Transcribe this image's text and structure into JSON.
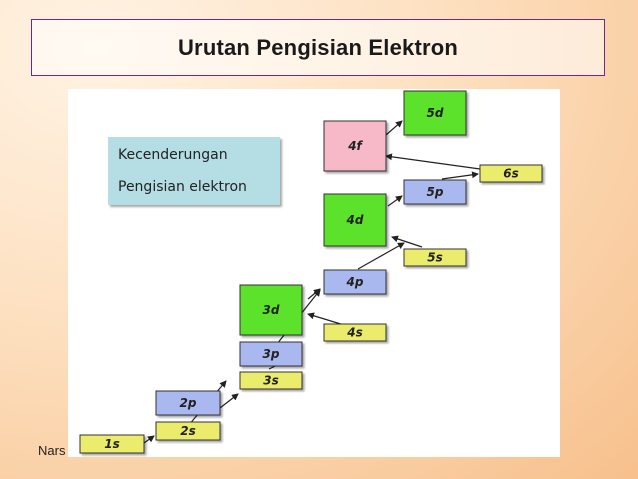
{
  "header": {
    "title": "Urutan Pengisian Elektron"
  },
  "footer": {
    "text": "Nars"
  },
  "legend": {
    "line1": "Kecenderungan",
    "line2": "Pengisian elektron"
  },
  "orbitals": [
    {
      "id": "1s",
      "label": "1s",
      "type": "s"
    },
    {
      "id": "2s",
      "label": "2s",
      "type": "s"
    },
    {
      "id": "2p",
      "label": "2p",
      "type": "p"
    },
    {
      "id": "3s",
      "label": "3s",
      "type": "s"
    },
    {
      "id": "3p",
      "label": "3p",
      "type": "p"
    },
    {
      "id": "4s",
      "label": "4s",
      "type": "s"
    },
    {
      "id": "3d",
      "label": "3d",
      "type": "d"
    },
    {
      "id": "4p",
      "label": "4p",
      "type": "p"
    },
    {
      "id": "5s",
      "label": "5s",
      "type": "s"
    },
    {
      "id": "4d",
      "label": "4d",
      "type": "d"
    },
    {
      "id": "5p",
      "label": "5p",
      "type": "p"
    },
    {
      "id": "6s",
      "label": "6s",
      "type": "s"
    },
    {
      "id": "4f",
      "label": "4f",
      "type": "f"
    },
    {
      "id": "5d",
      "label": "5d",
      "type": "d"
    }
  ],
  "colors": {
    "s": "#ecec6c",
    "p": "#a9b8ef",
    "d": "#5ce22c",
    "f": "#f7b8c8",
    "legend_bg": "#b5dde4",
    "title_border": "#6a2a86"
  }
}
